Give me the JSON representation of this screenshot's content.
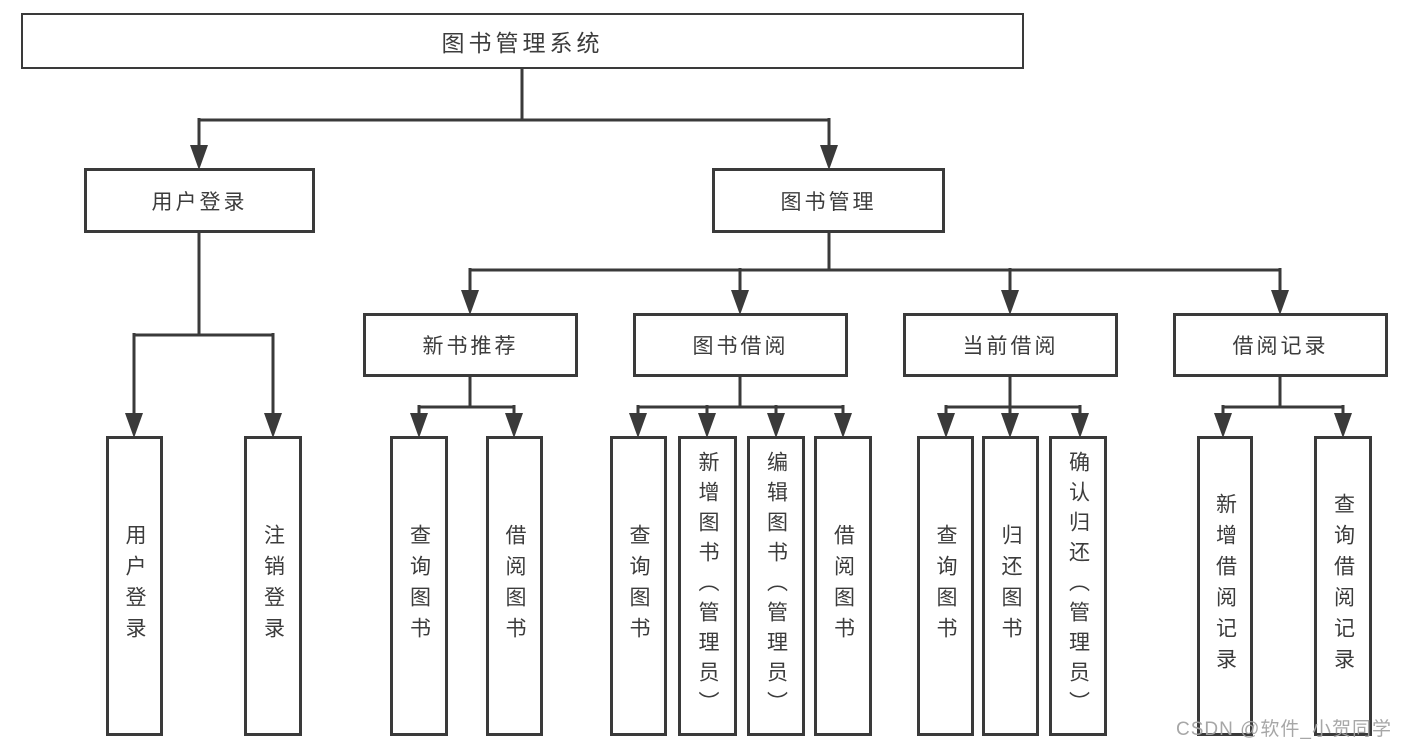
{
  "diagram": {
    "root": {
      "label": "图书管理系统"
    },
    "level1": [
      {
        "label": "用户登录"
      },
      {
        "label": "图书管理"
      }
    ],
    "user_login_children": [
      {
        "label": "用户登录"
      },
      {
        "label": "注销登录"
      }
    ],
    "groups": [
      {
        "label": "新书推荐",
        "children": [
          {
            "label": "查询图书"
          },
          {
            "label": "借阅图书"
          }
        ]
      },
      {
        "label": "图书借阅",
        "children": [
          {
            "label": "查询图书"
          },
          {
            "label": "新增图书（管理员）"
          },
          {
            "label": "编辑图书（管理员）"
          },
          {
            "label": "借阅图书"
          }
        ]
      },
      {
        "label": "当前借阅",
        "children": [
          {
            "label": "查询图书"
          },
          {
            "label": "归还图书"
          },
          {
            "label": "确认归还（管理员）"
          }
        ]
      },
      {
        "label": "借阅记录",
        "children": [
          {
            "label": "新增借阅记录"
          },
          {
            "label": "查询借阅记录"
          }
        ]
      }
    ]
  },
  "watermark": {
    "text": "CSDN @软件_小贺同学"
  },
  "colors": {
    "line": "#3a3a3a",
    "box_border": "#3a3a3a",
    "text": "#3c3c3c",
    "background": "#ffffff",
    "watermark": "#a3a3a3"
  }
}
